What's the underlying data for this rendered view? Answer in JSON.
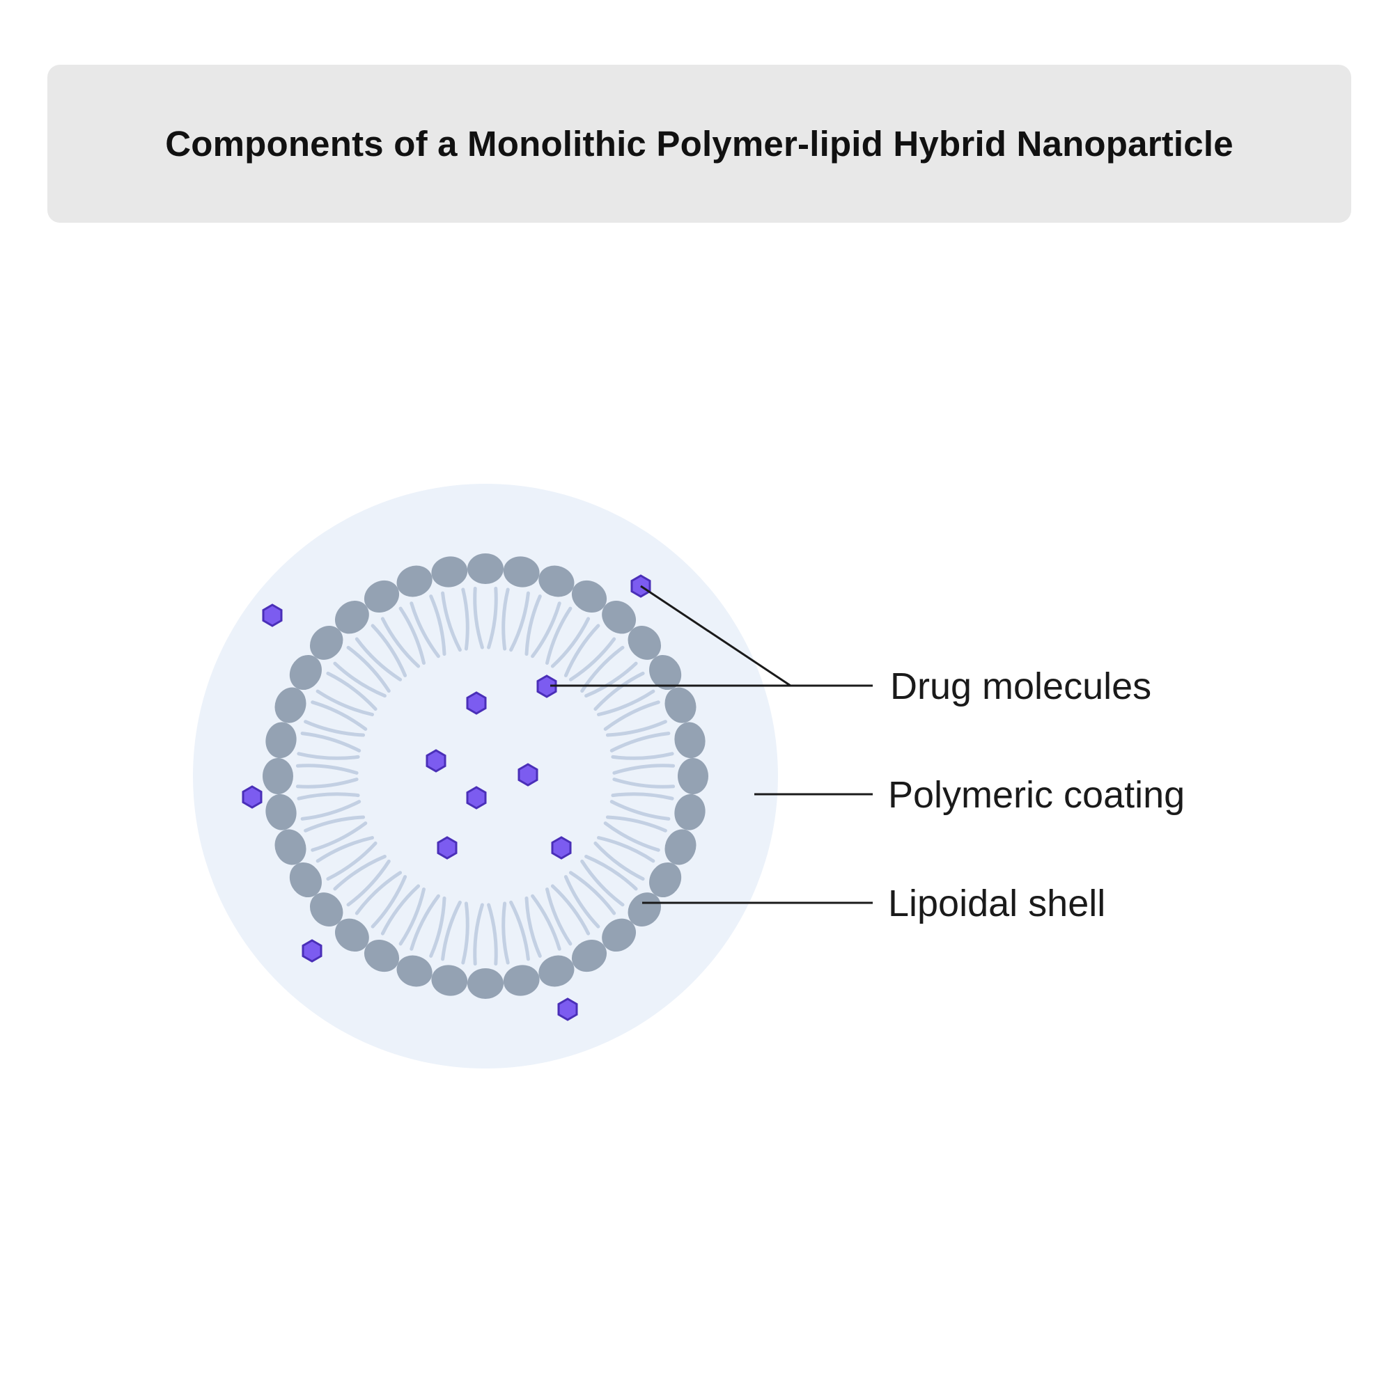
{
  "title": "Components of a Monolithic Polymer-lipid Hybrid Nanoparticle",
  "labels": {
    "drug_molecules": "Drug molecules",
    "polymeric_coating": "Polymeric coating",
    "lipoidal_shell": "Lipoidal shell"
  },
  "colors": {
    "banner_bg": "#e8e8e8",
    "polymer_coating": "#ecf2fa",
    "lipid_head": "#94a2b3",
    "lipid_tail": "#c3d0e3",
    "drug_fill": "#7c5cf0",
    "drug_stroke": "#4a2fb8",
    "leader_line": "#1a1a1a"
  }
}
